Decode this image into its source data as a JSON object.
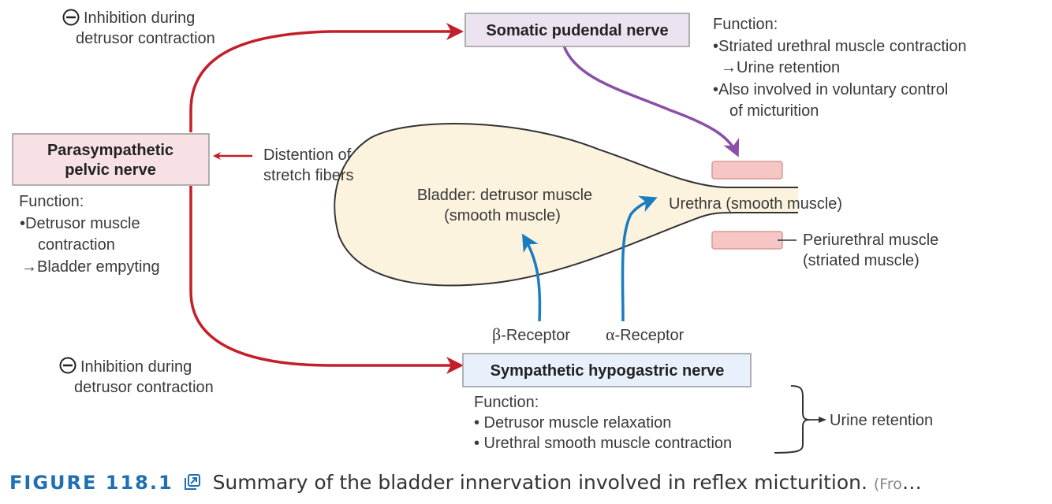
{
  "colors": {
    "parasympathetic": "#c41e2a",
    "somatic": "#8a4fa8",
    "sympathetic": "#1a7cc1",
    "bladder_fill": "#fcf3de",
    "muscle_fill": "#f6c6c4",
    "para_box_fill": "#f7e1e5",
    "somatic_box_fill": "#ece3f1",
    "symp_box_fill": "#e8f1fb",
    "caption_accent": "#1f6fb2"
  },
  "inhibition_top": {
    "symbol": "minus-circle-icon",
    "line1": "Inhibition during",
    "line2": "detrusor contraction"
  },
  "inhibition_bottom": {
    "symbol": "minus-circle-icon",
    "line1": "Inhibition during",
    "line2": "detrusor contraction"
  },
  "parasympathetic": {
    "title_line1": "Parasympathetic",
    "title_line2": "pelvic nerve",
    "function_heading": "Function:",
    "function_lines": [
      "•Detrusor muscle",
      "contraction",
      "→Bladder empyting"
    ]
  },
  "distention": {
    "line1": "Distention of",
    "line2": "stretch fibers"
  },
  "somatic": {
    "title": "Somatic pudendal nerve",
    "function_heading": "Function:",
    "function_lines": [
      "•Striated urethral muscle contraction",
      "→Urine retention",
      "•Also involved in voluntary control",
      "of micturition"
    ]
  },
  "bladder": {
    "line1": "Bladder: detrusor muscle",
    "line2": "(smooth muscle)"
  },
  "urethra": {
    "label": "Urethra (smooth muscle)"
  },
  "periurethral": {
    "line1": "Periurethral muscle",
    "line2": "(striated muscle)"
  },
  "receptors": {
    "beta_symbol": "β",
    "beta_text": "-Receptor",
    "alpha_symbol": "α",
    "alpha_text": "-Receptor"
  },
  "sympathetic": {
    "title": "Sympathetic hypogastric nerve",
    "function_heading": "Function:",
    "function_lines": [
      "• Detrusor muscle relaxation",
      "• Urethral smooth muscle contraction"
    ],
    "outcome": "Urine retention"
  },
  "caption": {
    "figure_label": "FIGURE 118.1",
    "link_icon": "external-link-icon",
    "text": "Summary of the bladder innervation involved in reflex micturition.",
    "source_truncated": "(Fro",
    "ellipsis": "…"
  }
}
